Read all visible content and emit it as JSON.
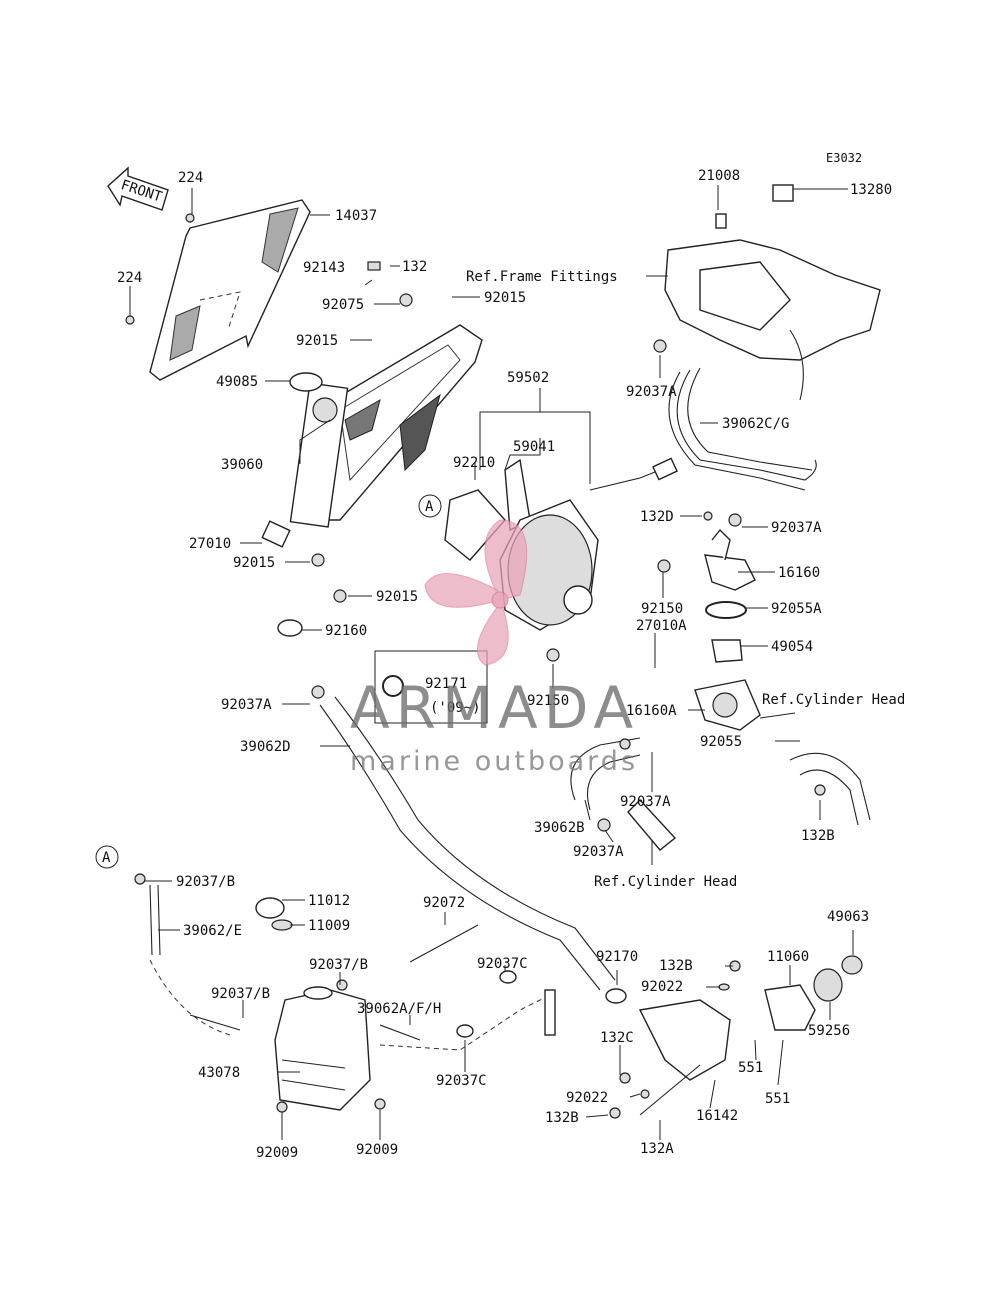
{
  "diagram": {
    "code": "E3032",
    "front_label": "FRONT",
    "callout_a": "A",
    "parts": [
      "224",
      "224",
      "14037",
      "92143",
      "132",
      "92075",
      "92015",
      "92015",
      "Ref.Frame Fittings",
      "21008",
      "13280",
      "92037A",
      "39062C/G",
      "49085",
      "59502",
      "59041",
      "39060",
      "92210",
      "27010",
      "92015",
      "92015",
      "132D",
      "92037A",
      "16160",
      "92150",
      "27010A",
      "92055A",
      "49054",
      "92160",
      "92171",
      "('09~)",
      "92150",
      "92037A",
      "16160A",
      "Ref.Cylinder Head",
      "39062D",
      "92055",
      "92037A",
      "132B",
      "39062B",
      "92037A",
      "Ref.Cylinder Head",
      "92037/B",
      "11012",
      "39062/E",
      "11009",
      "92072",
      "92037/B",
      "92037C",
      "92170",
      "132B",
      "11060",
      "49063",
      "92022",
      "92037/B",
      "39062A/F/H",
      "43078",
      "92037C",
      "132C",
      "551",
      "59256",
      "551",
      "92022",
      "16142",
      "132B",
      "132A",
      "92009",
      "92009"
    ]
  },
  "watermark": {
    "brand": "ARMADA",
    "tagline": "marine outboards"
  }
}
